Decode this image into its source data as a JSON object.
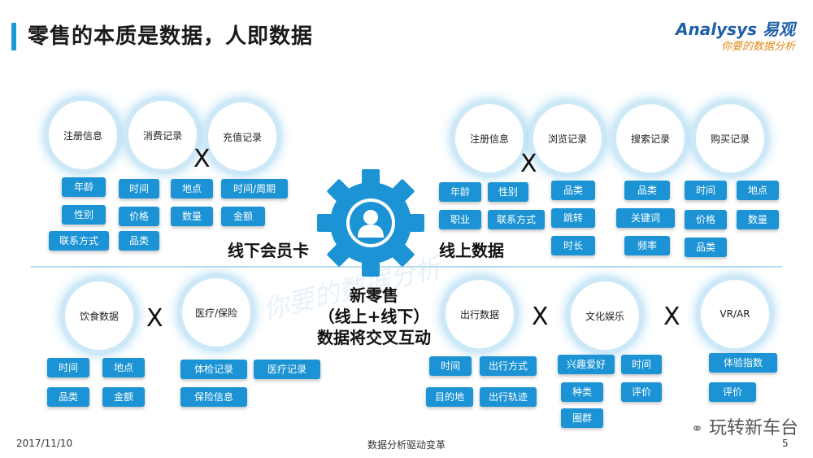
{
  "header": {
    "title": "零售的本质是数据，人即数据",
    "logo_main": "Analysys 易观",
    "logo_sub": "你要的数据分析"
  },
  "gear": {
    "left_label": "线下会员卡",
    "right_label": "线上数据",
    "center_lines": [
      "新零售",
      "（线上+线下）",
      "数据将交叉互动"
    ]
  },
  "clouds": {
    "tl1": "注册信息",
    "tl2": "消费记录",
    "tl3": "充值记录",
    "tr1": "注册信息",
    "tr2": "浏览记录",
    "tr3": "搜索记录",
    "tr4": "购买记录",
    "bl1": "饮食数据",
    "bl2": "医疗/保险",
    "br1": "出行数据",
    "br2": "文化娱乐",
    "br3": "VR/AR"
  },
  "tags": {
    "tl_a": [
      "年龄",
      "性别",
      "联系方式"
    ],
    "tl_b": [
      "时间",
      "价格",
      "品类"
    ],
    "tl_c": [
      "地点",
      "数量"
    ],
    "tl_d": [
      "时间/周期",
      "金额"
    ],
    "tr_a": [
      "年龄",
      "性别",
      "职业",
      "联系方式"
    ],
    "tr_b": [
      "品类",
      "跳转",
      "时长"
    ],
    "tr_c": [
      "品类",
      "关键词",
      "频率"
    ],
    "tr_d": [
      "时间",
      "地点",
      "价格",
      "数量",
      "品类"
    ],
    "bl_a": [
      "时间",
      "地点",
      "品类",
      "金额"
    ],
    "bl_b": [
      "体检记录",
      "医疗记录",
      "保险信息"
    ],
    "br_a": [
      "时间",
      "出行方式",
      "目的地",
      "出行轨迹"
    ],
    "br_b": [
      "兴趣爱好",
      "时间",
      "种类",
      "评价",
      "圈群"
    ],
    "br_c": [
      "体验指数",
      "评价"
    ]
  },
  "operator": "X",
  "watermark": {
    "text1": "易观",
    "text2": "你要的数据分析"
  },
  "footer": {
    "date": "2017/11/10",
    "center": "数据分析驱动变革",
    "page": "5"
  },
  "wechat": "玩转新车台",
  "colors": {
    "tag_bg": "#1b93d4",
    "accent": "#1a9ad6"
  }
}
